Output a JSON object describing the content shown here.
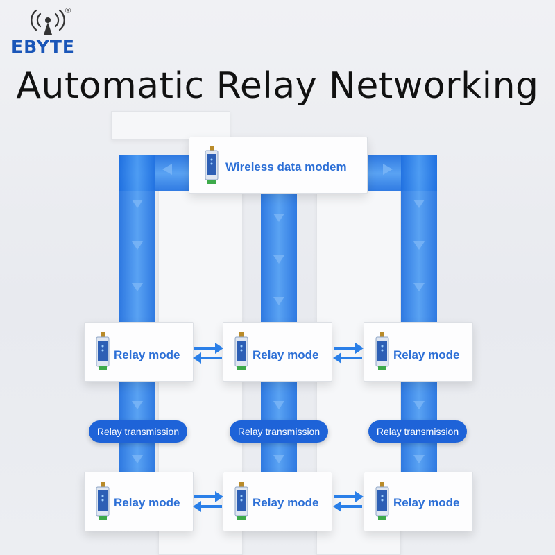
{
  "brand": {
    "name": "EBYTE",
    "registered": "®"
  },
  "title": "Automatic Relay Networking",
  "modem": {
    "label": "Wireless data modem"
  },
  "relay_label": "Relay mode",
  "transmission_label": "Relay transmission",
  "colors": {
    "brand_blue": "#1a56b8",
    "flow_blue": "#2a7fe8",
    "label_blue": "#2c6fd6",
    "pill_blue": "#1e63d8"
  },
  "relay_row1": [
    {
      "label": "Relay mode"
    },
    {
      "label": "Relay mode"
    },
    {
      "label": "Relay mode"
    }
  ],
  "relay_row2": [
    {
      "label": "Relay mode"
    },
    {
      "label": "Relay mode"
    },
    {
      "label": "Relay mode"
    }
  ],
  "transmissions": [
    {
      "label": "Relay transmission"
    },
    {
      "label": "Relay transmission"
    },
    {
      "label": "Relay transmission"
    }
  ]
}
